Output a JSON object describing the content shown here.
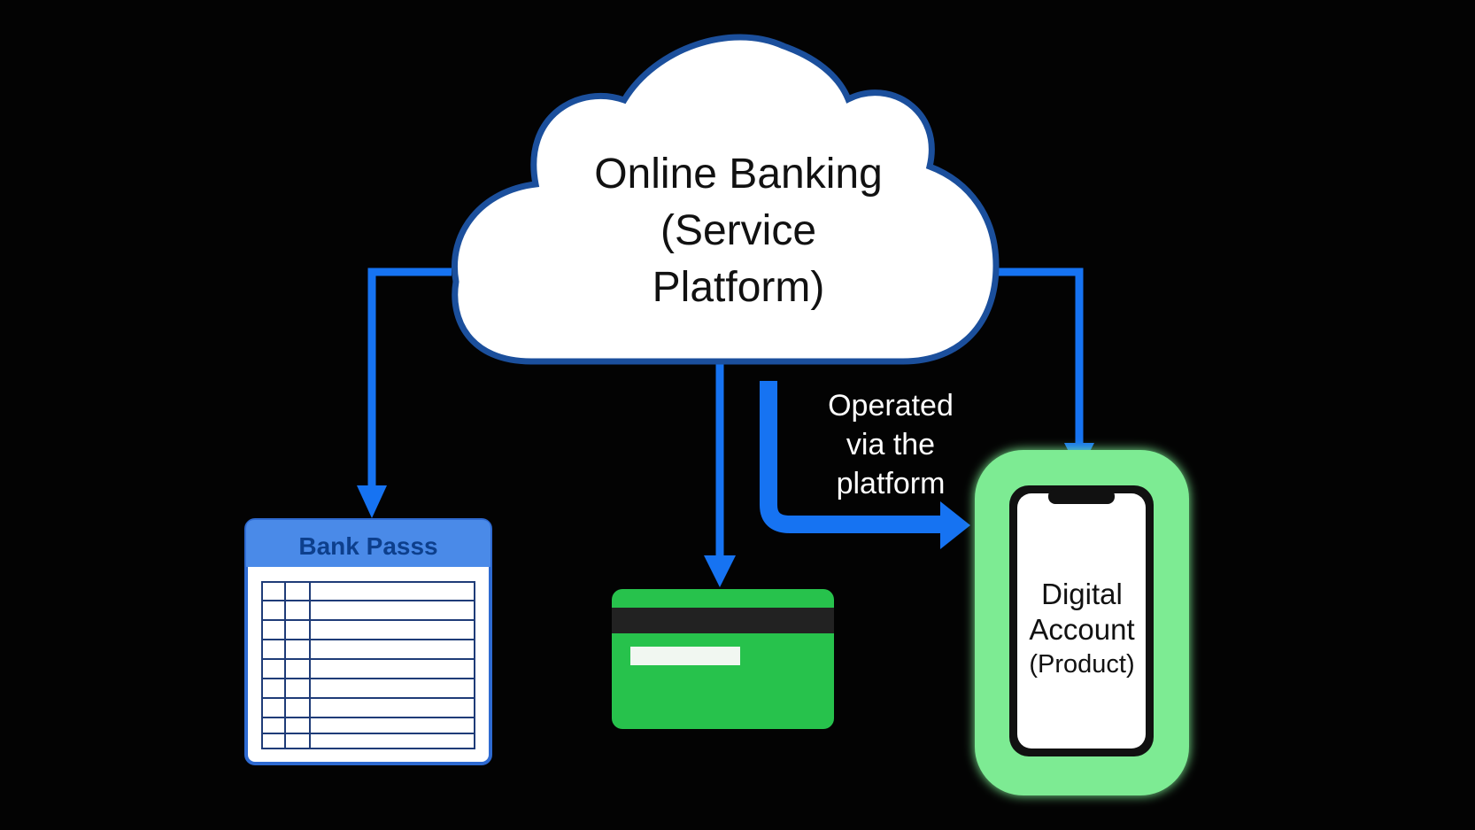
{
  "diagram": {
    "cloud": {
      "label_lines": [
        "Online Banking",
        "(Service",
        "Platform)"
      ]
    },
    "passbook": {
      "title": "Bank Passs"
    },
    "edge_label": {
      "lines": [
        "Operated",
        "via the",
        "platform"
      ]
    },
    "phone": {
      "label_lines": [
        "Digital",
        "Account",
        "(Product)"
      ]
    }
  },
  "colors": {
    "background": "#030303",
    "arrow": "#1673f2",
    "cloud_fill": "#ffffff",
    "cloud_stroke": "#1b4f9c",
    "card": "#27c24c",
    "phone_case": "#7deb93"
  }
}
